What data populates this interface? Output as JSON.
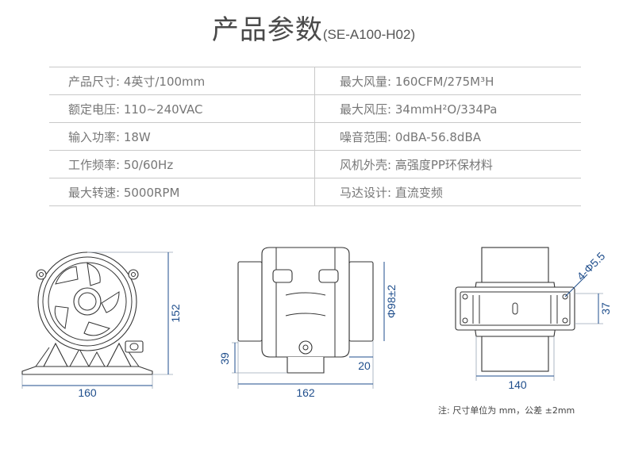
{
  "title": {
    "main": "产品参数",
    "sub": "(SE-A100-H02)"
  },
  "specs": {
    "rows": [
      {
        "left": "产品尺寸: 4英寸/100mm",
        "right": "最大风量: 160CFM/275M³H"
      },
      {
        "left": "额定电压: 110~240VAC",
        "right": "最大风压: 34mmH²O/334Pa"
      },
      {
        "left": "输入功率: 18W",
        "right": "噪音范围: 0dBA-56.8dBA"
      },
      {
        "left": "工作频率: 50/60Hz",
        "right": "风机外壳: 高强度PP环保材料"
      },
      {
        "left": "最大转速: 5000RPM",
        "right": "马达设计: 直流变频"
      }
    ]
  },
  "dimensions": {
    "front_width": "160",
    "front_height": "152",
    "side_length": "162",
    "side_diameter": "Φ98±2",
    "side_base_height": "39",
    "side_tab": "20",
    "top_width": "140",
    "top_holes": "4-Φ5.5",
    "top_height": "37"
  },
  "colors": {
    "dimension": "#1f4e8c",
    "text": "#777777",
    "rule": "#c9c9c9"
  },
  "note": "注: 尺寸单位为 mm，公差 ±2mm"
}
